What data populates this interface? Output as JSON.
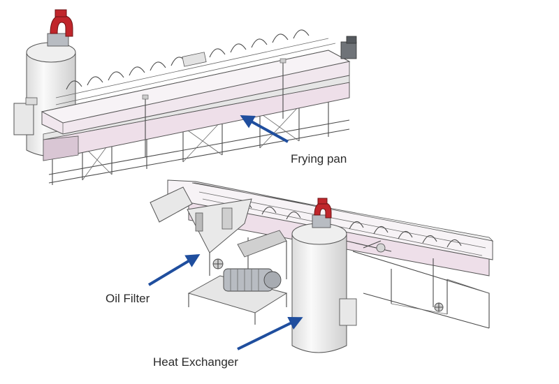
{
  "colors": {
    "panel": "#eedfe9",
    "panel_dark": "#d9c6d4",
    "frame": "#d9d9d9",
    "steel": "#b8bcc2",
    "tank": "#f2f2f2",
    "blower": "#c0262b",
    "arrow": "#1f4e9e",
    "text": "#2a2a2a"
  },
  "labels": {
    "frying_pan": "Frying pan",
    "oil_filter": "Oil Filter",
    "heat_exchanger": "Heat Exchanger"
  },
  "icons": [
    "blower-icon",
    "valve-icon",
    "motor-icon",
    "arrow-icon"
  ]
}
